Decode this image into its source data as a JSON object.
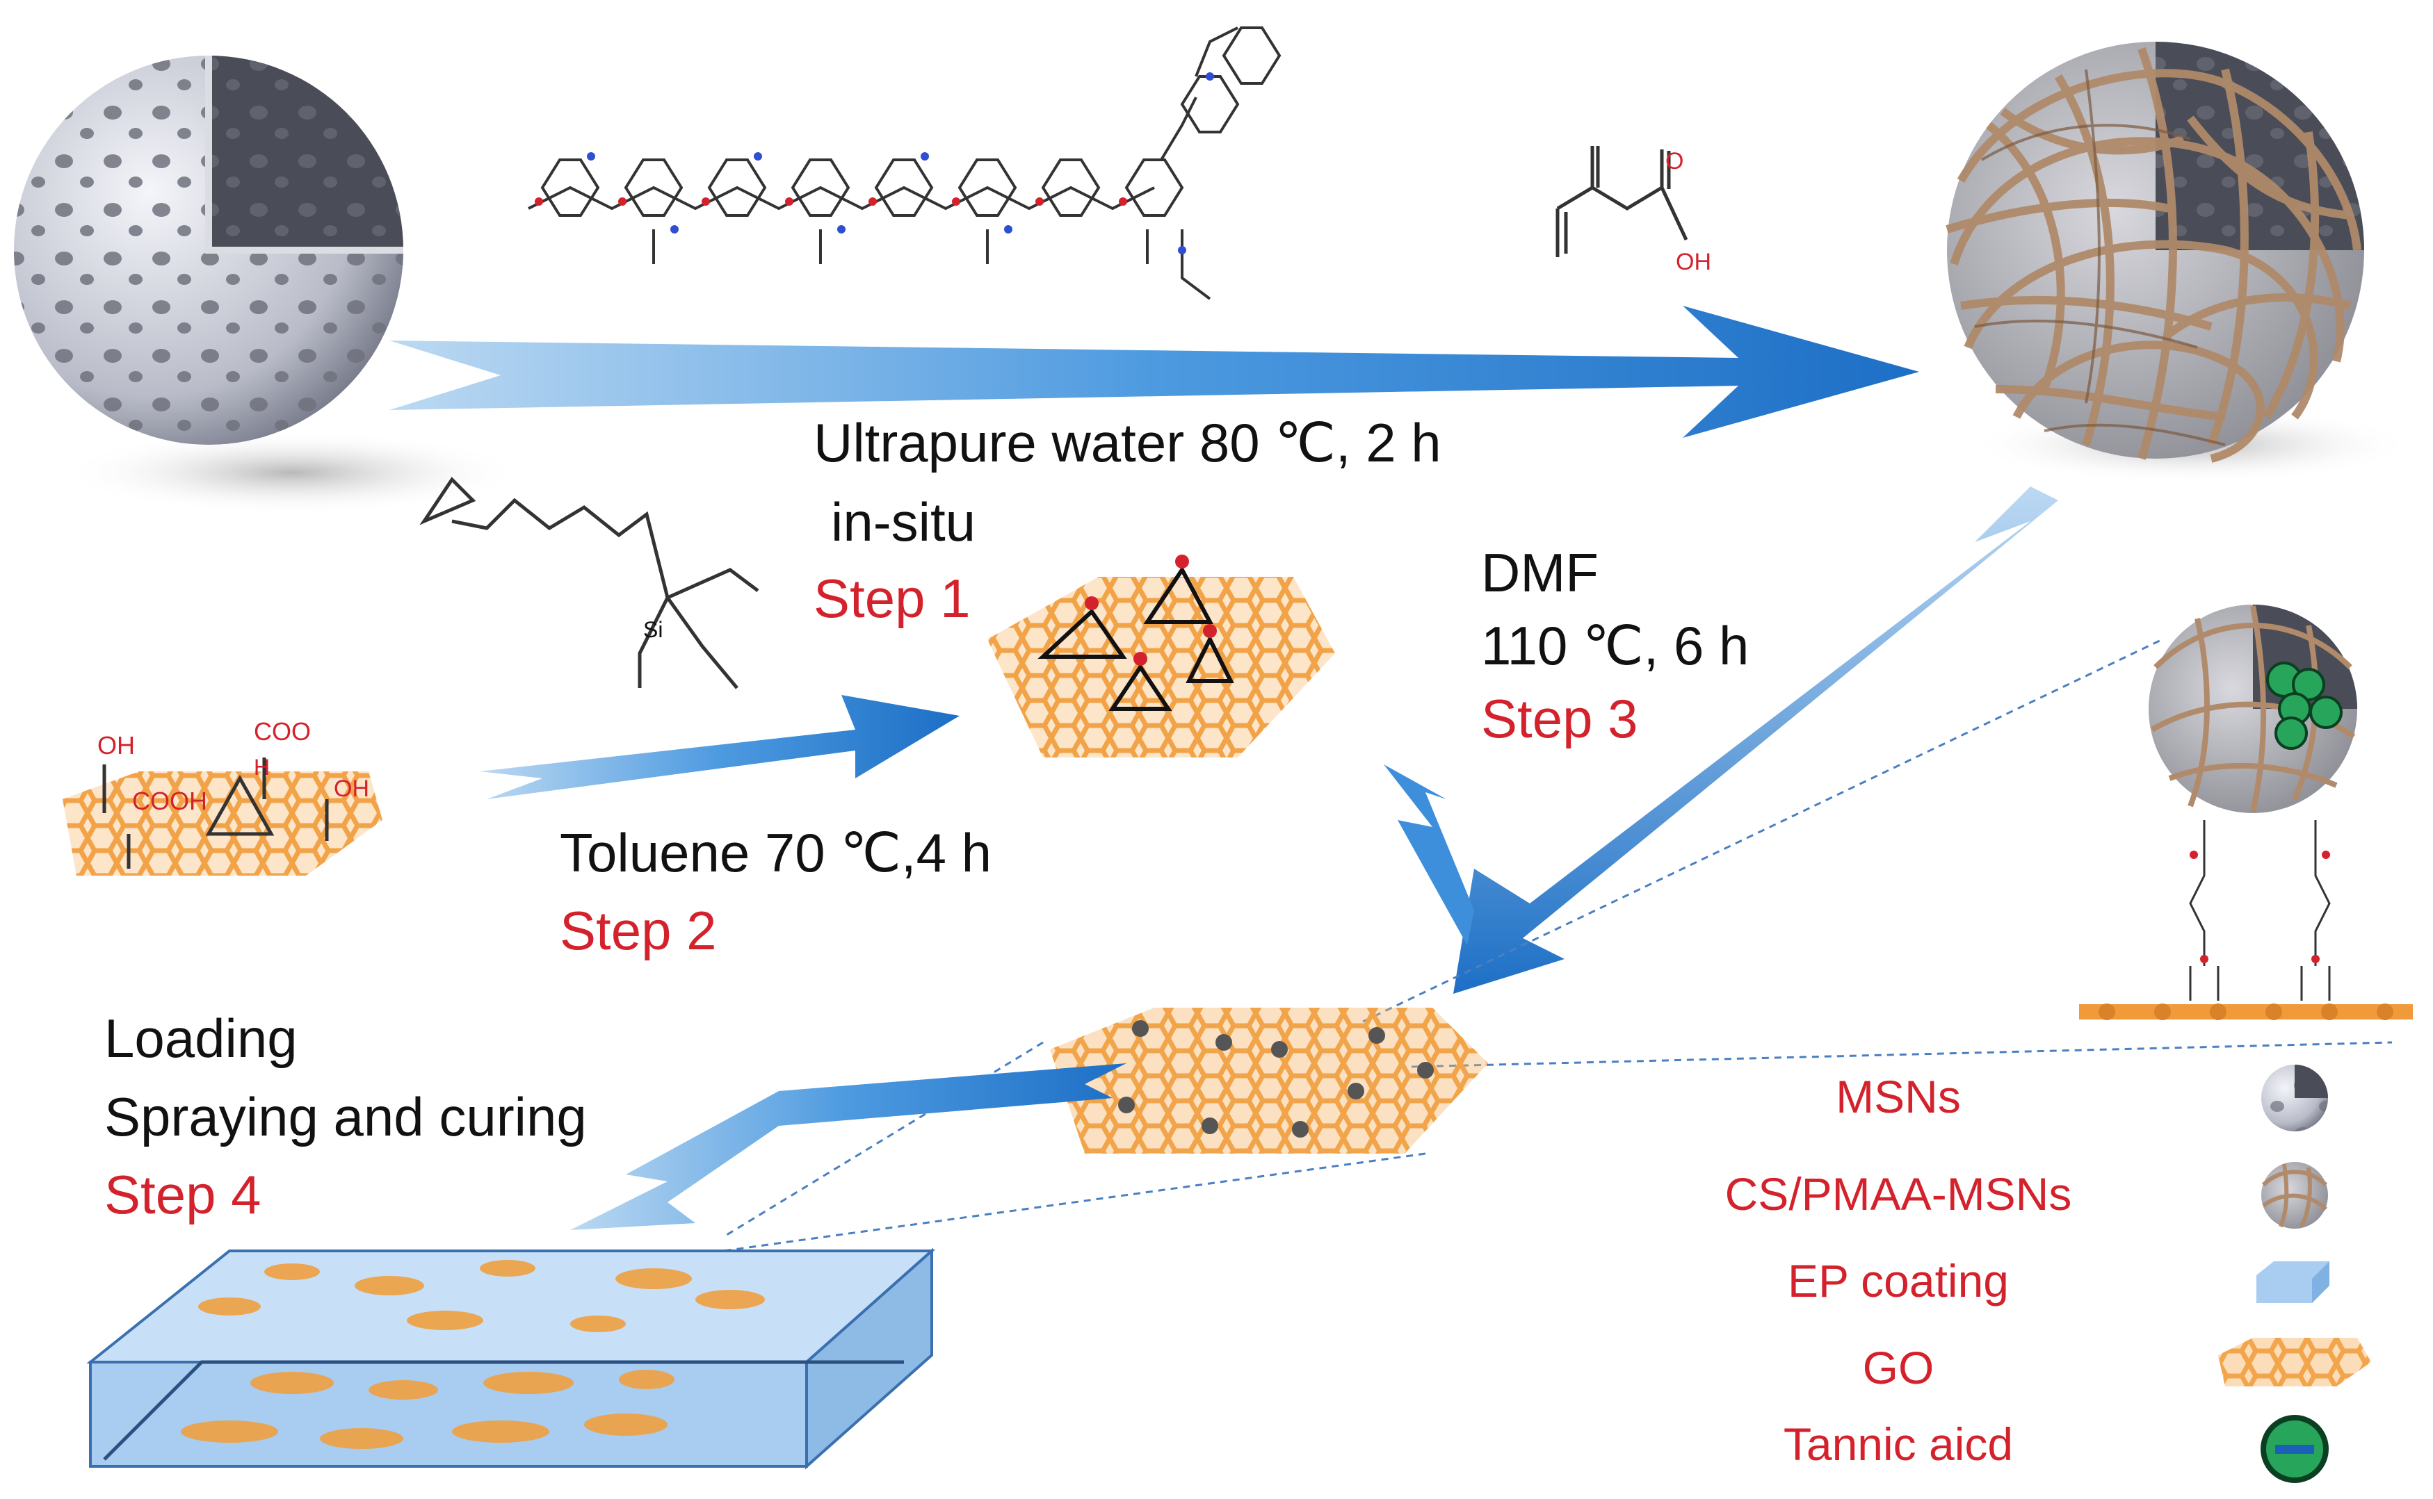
{
  "steps": {
    "step1": {
      "condition": "Ultrapure water 80 ℃, 2 h",
      "note": "in-situ",
      "label": "Step  1"
    },
    "step2": {
      "condition": "Toluene 70 ℃,4 h",
      "label": "Step  2"
    },
    "step3": {
      "solvent": "DMF",
      "condition": "110 ℃, 6 h",
      "label": "Step  3"
    },
    "step4": {
      "line1": "Loading",
      "line2": "Spraying and curing",
      "label": "Step  4"
    }
  },
  "chemistry": {
    "acid_O": "O",
    "acid_OH": "OH",
    "go_OH_left": "OH",
    "go_COO": "COO",
    "go_H": "H",
    "go_COOH": "COOH",
    "go_OH_right": "OH",
    "silane_Si": "Si"
  },
  "legend": {
    "items": [
      {
        "label": "MSNs",
        "icon": "msn-sphere-icon"
      },
      {
        "label": "CS/PMAA-MSNs",
        "icon": "coated-sphere-icon"
      },
      {
        "label": "EP coating",
        "icon": "blue-block-icon"
      },
      {
        "label": "GO",
        "icon": "graphene-sheet-icon"
      },
      {
        "label": "Tannic aicd",
        "icon": "tannic-acid-icon"
      }
    ]
  },
  "colors": {
    "arrow_blue": "#2a7fd0",
    "graphene_orange": "#f0a040",
    "step_red": "#d4222c",
    "coating_blue": "#a9cdf0",
    "fiber_brown": "#b08a6a",
    "tannic_green": "#27a55a"
  }
}
